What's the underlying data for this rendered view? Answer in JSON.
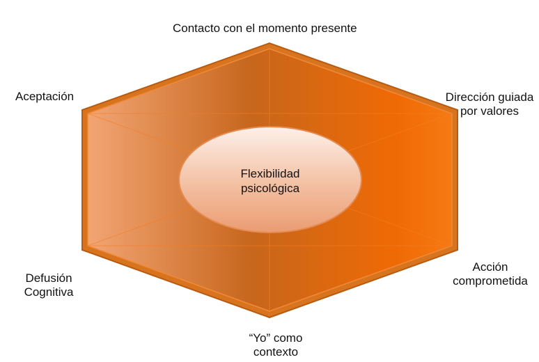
{
  "diagram": {
    "center": {
      "line1": "Flexibilidad",
      "line2": "psicológica"
    },
    "labels": {
      "top": "Contacto con el momento presente",
      "upper_left": "Aceptación",
      "upper_right_1": "Dirección guiada",
      "upper_right_2": "por valores",
      "lower_left_1": "Defusión",
      "lower_left_2": "Cognitiva",
      "lower_right_1": "Acción",
      "lower_right_2": "comprometida",
      "bottom_1": "“Yo” como",
      "bottom_2": "contexto"
    },
    "colors": {
      "hexagon_light": "#f0a06a",
      "hexagon_mid": "#c8651a",
      "hexagon_bright": "#f26a00",
      "ellipse": "#f5c4a8"
    }
  }
}
